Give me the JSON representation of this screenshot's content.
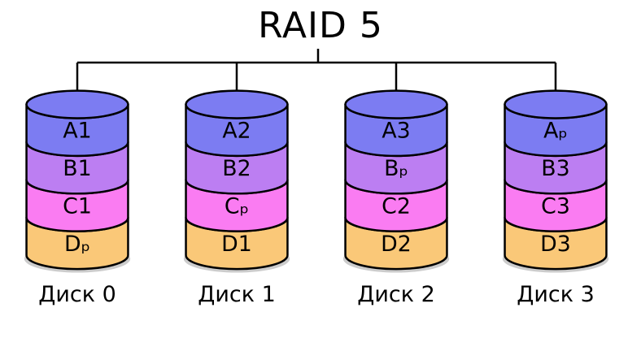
{
  "title": "RAID 5",
  "colors": {
    "row_a": "#7c7cf2",
    "row_b": "#bc7ef2",
    "row_c": "#fa7cf2",
    "row_d": "#fac878",
    "shadow": "#cccccc"
  },
  "disks": [
    {
      "name": "Диск 0",
      "segments": [
        "A1",
        "B1",
        "C1",
        "Dₚ"
      ]
    },
    {
      "name": "Диск 1",
      "segments": [
        "A2",
        "B2",
        "Cₚ",
        "D1"
      ]
    },
    {
      "name": "Диск 2",
      "segments": [
        "A3",
        "Bₚ",
        "C2",
        "D2"
      ]
    },
    {
      "name": "Диск 3",
      "segments": [
        "Aₚ",
        "B3",
        "C3",
        "D3"
      ]
    }
  ]
}
